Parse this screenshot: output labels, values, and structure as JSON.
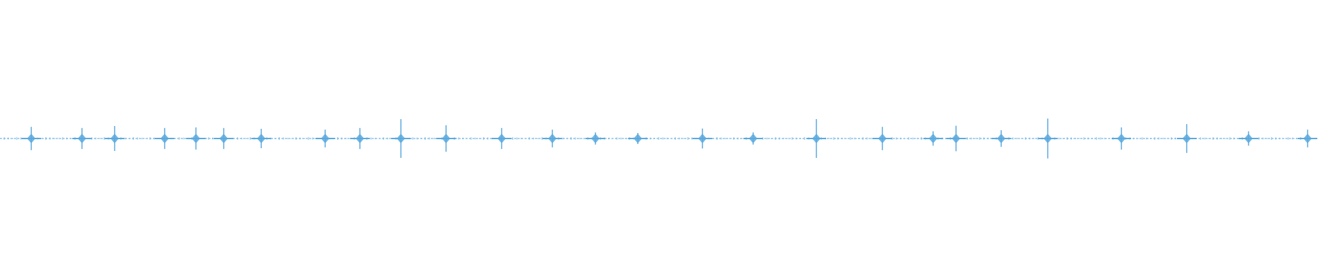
{
  "waveform": {
    "color": "#5aa9de",
    "peaks": [
      0.42,
      0.38,
      0.45,
      0.38,
      0.4,
      0.38,
      0.35,
      0.32,
      0.38,
      0.7,
      0.48,
      0.38,
      0.32,
      0.22,
      0.2,
      0.36,
      0.22,
      0.7,
      0.42,
      0.26,
      0.46,
      0.3,
      0.72,
      0.4,
      0.52,
      0.26,
      0.32
    ]
  }
}
